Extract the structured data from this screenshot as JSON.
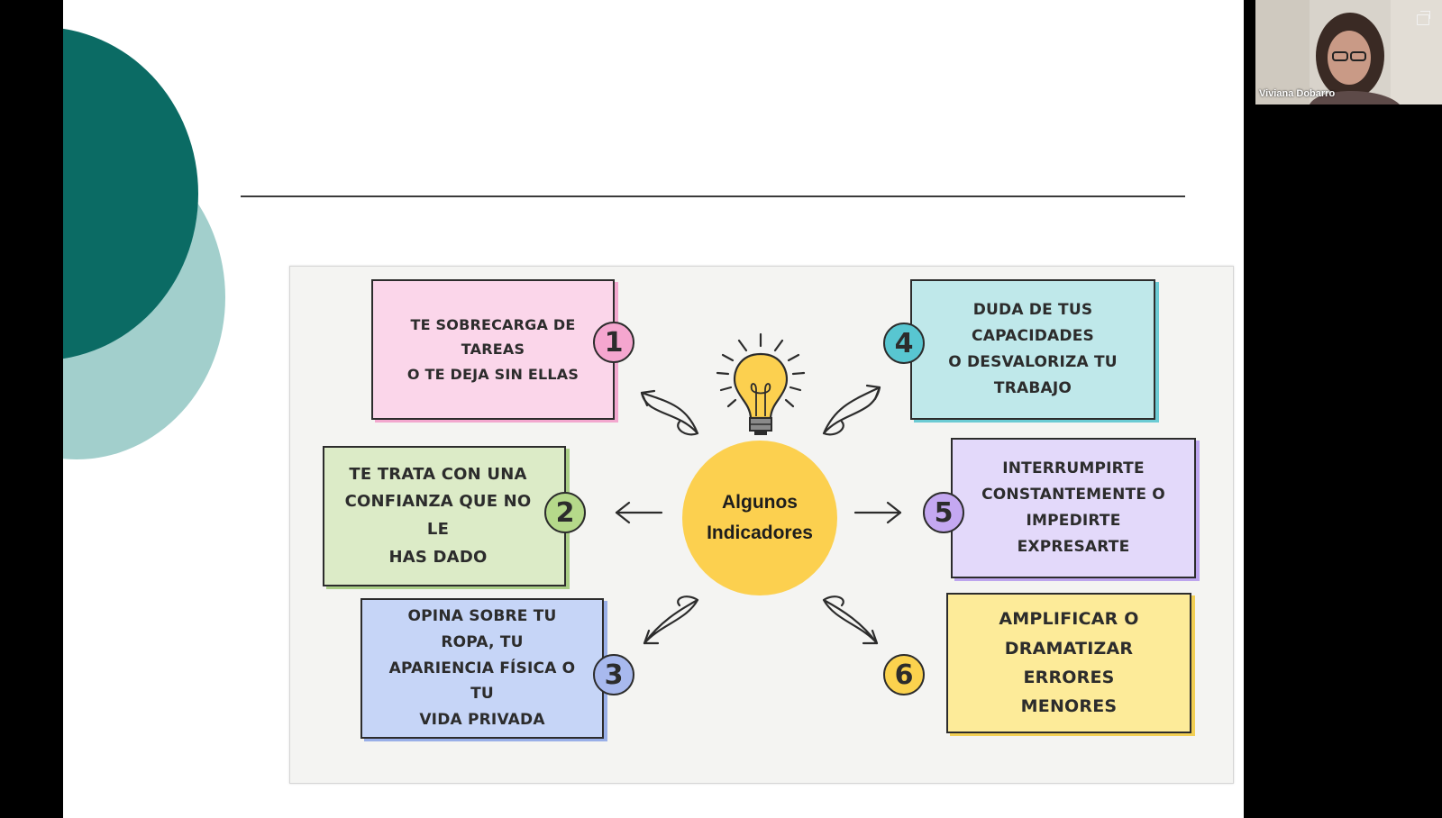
{
  "slide": {
    "center_label_line1": "Algunos",
    "center_label_line2": "Indicadores",
    "indicators": [
      {
        "number": "1",
        "lines": [
          "TE SOBRECARGA DE TAREAS",
          "O TE DEJA SIN ELLAS"
        ],
        "color": "#fbd6ea"
      },
      {
        "number": "2",
        "lines": [
          "TE TRATA CON UNA",
          "CONFIANZA QUE NO LE",
          "HAS DADO"
        ],
        "color": "#dcebc7"
      },
      {
        "number": "3",
        "lines": [
          "OPINA SOBRE TU ROPA, TU",
          "APARIENCIA FÍSICA O TU",
          "VIDA PRIVADA"
        ],
        "color": "#c6d5f7"
      },
      {
        "number": "4",
        "lines": [
          "DUDA DE TUS CAPACIDADES",
          "O DESVALORIZA TU",
          "TRABAJO"
        ],
        "color": "#bfe8ea"
      },
      {
        "number": "5",
        "lines": [
          "INTERRUMPIRTE",
          "CONSTANTEMENTE O",
          "IMPEDIRTE EXPRESARTE"
        ],
        "color": "#e3d9fa"
      },
      {
        "number": "6",
        "lines": [
          "AMPLIFICAR O",
          "DRAMATIZAR ERRORES",
          "MENORES"
        ],
        "color": "#fdeb99"
      }
    ],
    "badge_colors": {
      "1": "#f5a6cf",
      "2": "#b5d98a",
      "3": "#a8b9ee",
      "4": "#58c6d1",
      "5": "#c4a8f1",
      "6": "#fbd24e"
    },
    "deco_colors": {
      "dark_teal": "#0b6b64",
      "light_teal": "#a2cfcc"
    }
  },
  "video": {
    "participant_name": "Viviana Dobarro"
  }
}
